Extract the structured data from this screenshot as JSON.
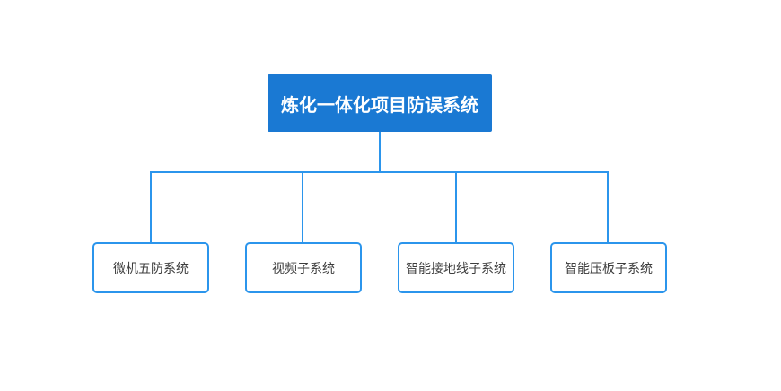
{
  "diagram": {
    "type": "org-tree",
    "root": {
      "label": "炼化一体化项目防误系统"
    },
    "children": [
      {
        "label": "微机五防系统"
      },
      {
        "label": "视频子系统"
      },
      {
        "label": "智能接地线子系统"
      },
      {
        "label": "智能压板子系统"
      }
    ],
    "colors": {
      "root_fill": "#1a79d3",
      "root_text": "#ffffff",
      "connector": "#2b95ec",
      "child_border": "#2b95ec",
      "child_text": "#3d3d3d",
      "background": "#ffffff"
    }
  }
}
